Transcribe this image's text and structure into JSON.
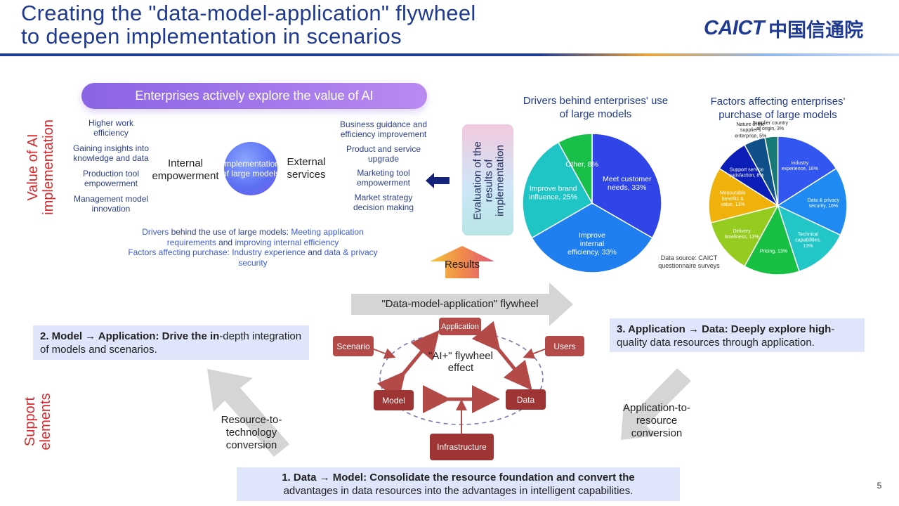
{
  "header": {
    "title_line1": "Creating the \"data-model-application\" flywheel",
    "title_line2": "to deepen implementation in scenarios",
    "logo_en": "CAICT",
    "logo_cn": "中国信通院",
    "page_number": "5"
  },
  "side_labels": {
    "value": "Value of AI implementation",
    "support": "Support elements"
  },
  "value_section": {
    "banner": "Enterprises actively explore the value of AI",
    "internal_items": [
      "Higher work efficiency",
      "Gaining insights into knowledge and data",
      "Production tool empowerment",
      "Management model innovation"
    ],
    "internal_label": "Internal empowerment",
    "center_circle": "Implementation of large models",
    "external_label": "External services",
    "external_items": [
      "Business guidance and efficiency improvement",
      "Product and service upgrade",
      "Marketing tool empowerment",
      "Market strategy decision making"
    ],
    "drivers_prefix": "Drivers",
    "drivers_mid": " behind the use of large models: ",
    "drivers_blue1": "Meeting application requirements",
    "drivers_and1": " and ",
    "drivers_blue2": "improving internal efficiency",
    "factors_prefix": "Factors affecting purchase: ",
    "factors_blue1": "Industry experience",
    "factors_and": " and ",
    "factors_blue2": "data & privacy security",
    "evaluation": "Evaluation of the results of implementation",
    "results": "Results"
  },
  "colors": {
    "title_blue": "#1f3a93",
    "red_label": "#d9262b",
    "node_red": "#b34a48",
    "light_box": "#dfe6fb"
  },
  "chart_data": [
    {
      "type": "pie",
      "title": "Drivers behind enterprises' use of large models",
      "categories": [
        "Meet customer needs",
        "Improve internal efficiency",
        "Improve brand influence",
        "Other"
      ],
      "values": [
        33,
        33,
        25,
        8
      ],
      "labels": [
        "Meet customer needs, 33%",
        "Improve internal efficiency, 33%",
        "Improve brand influence, 25%",
        "Other, 8%"
      ],
      "colors": [
        "#2f45e8",
        "#1f7ef0",
        "#1fc4c4",
        "#18c04a"
      ]
    },
    {
      "type": "pie",
      "title": "Factors affecting enterprises' purchase of large models",
      "categories": [
        "Industry experience",
        "Data & privacy security",
        "Technical capabilities",
        "Pricing",
        "Delivery timeliness",
        "Measurable benefits & value",
        "Support service satisfaction",
        "Nature of the supplier's enterprise",
        "Supplier country of origin"
      ],
      "values": [
        16,
        16,
        13,
        13,
        13,
        13,
        8,
        5,
        3
      ],
      "labels": [
        "Industry experience, 16%",
        "Data & privacy security, 16%",
        "Technical capabilities, 13%",
        "Pricing, 13%",
        "Delivery timeliness, 13%",
        "Measurable benefits & value, 13%",
        "Support service satisfaction, 8%",
        "Nature of the supplier's enterprise, 5%",
        "Supplier country of origin, 3%"
      ],
      "colors": [
        "#3355f0",
        "#1e8af2",
        "#22c6c6",
        "#17c043",
        "#95cc1f",
        "#f0b20a",
        "#0b1fb8",
        "#0f4f8a",
        "#177a77"
      ],
      "data_source": "Data source: CAICT questionnaire surveys"
    }
  ],
  "flywheel": {
    "title": "\"Data-model-application\" flywheel",
    "center": "\"AI+\" flywheel effect",
    "nodes": {
      "application": "Application",
      "scenario": "Scenario",
      "users": "Users",
      "model": "Model",
      "data": "Data",
      "infrastructure": "Infrastructure"
    },
    "step2_bold": "2. Model → Application: Drive the in",
    "step2_rest": "-depth integration of models and scenarios.",
    "step3_bold": "3. Application → Data: Deeply explore high",
    "step3_rest": "-quality data resources through application.",
    "step1_bold": "1. Data → Model: Consolidate the resource foundation and convert the",
    "step1_rest": "advantages in data resources into the advantages in intelligent capabilities.",
    "resource_to_tech": "Resource-to-technology conversion",
    "app_to_resource": "Application-to-resource conversion"
  }
}
